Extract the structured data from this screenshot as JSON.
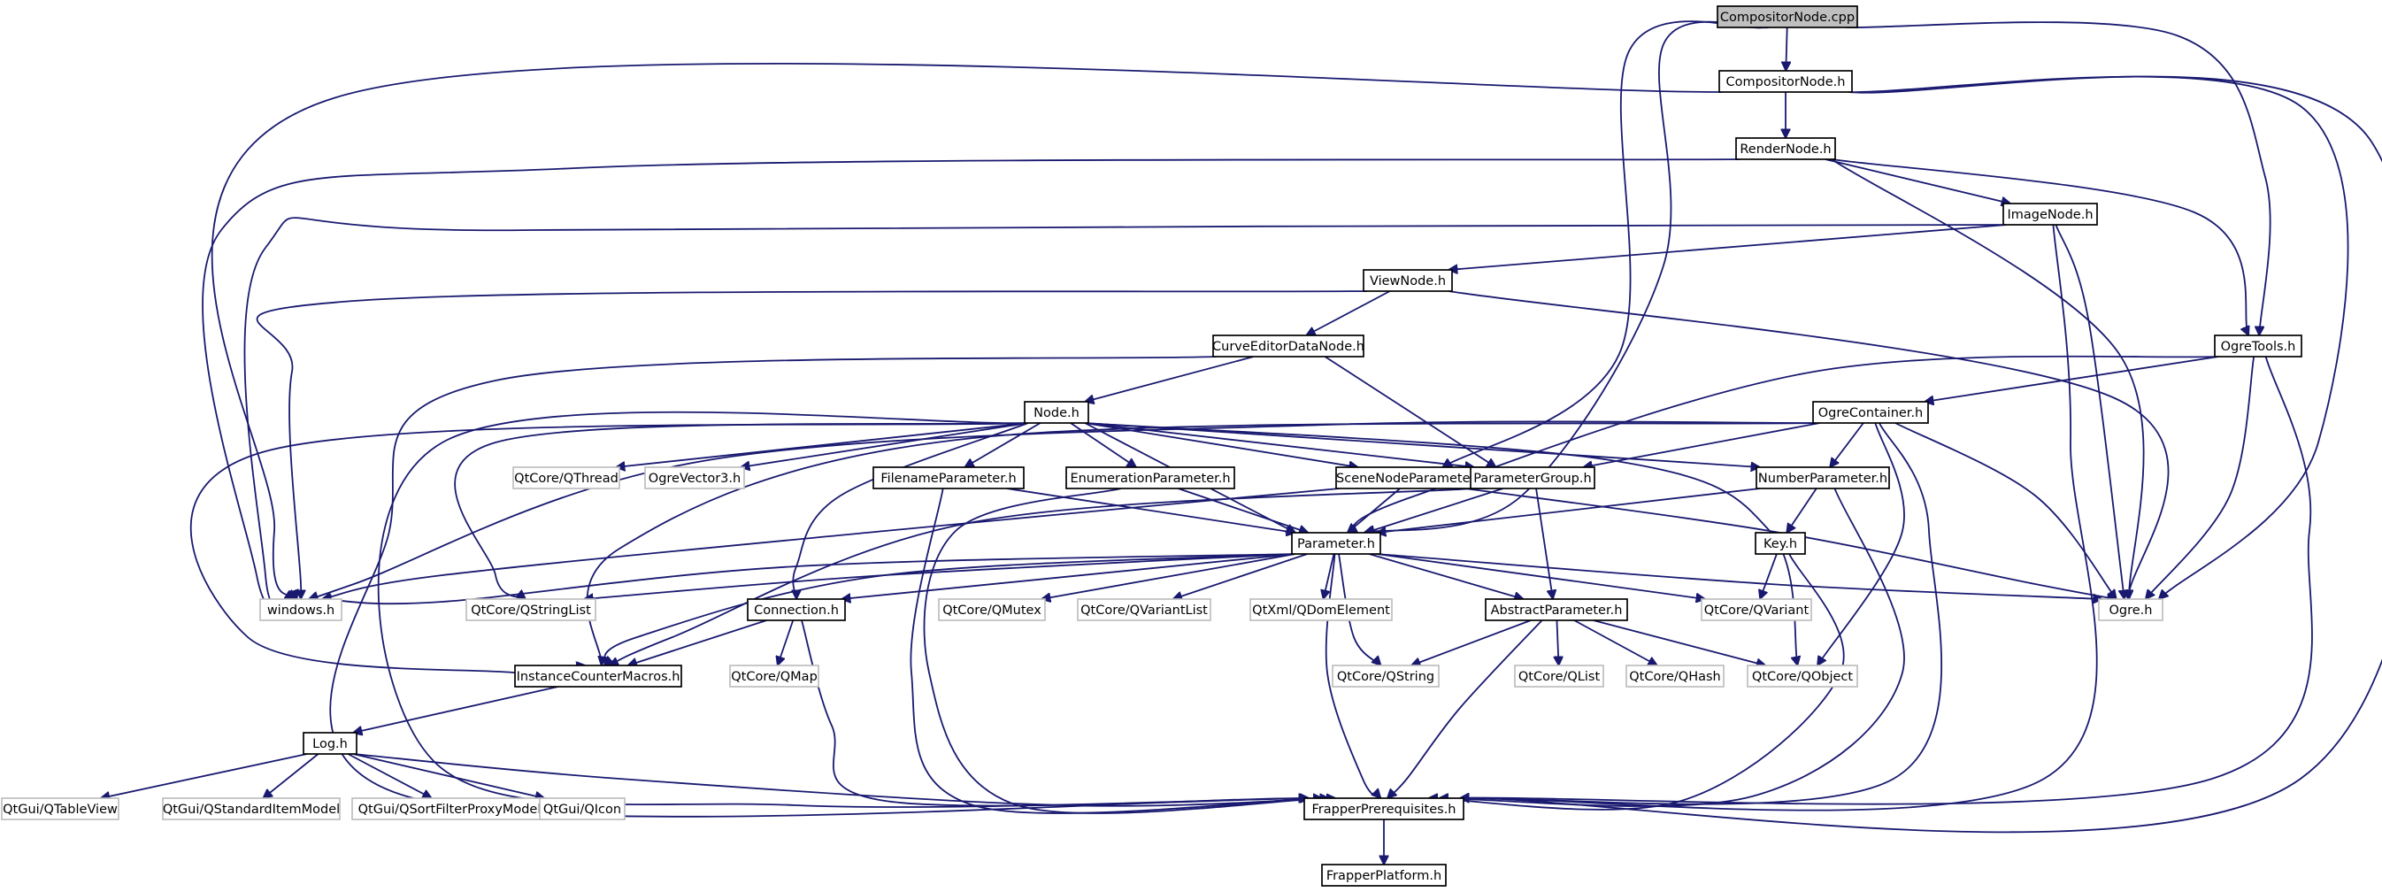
{
  "nodes": [
    {
      "id": "compositornode_cpp",
      "label": "CompositorNode.cpp",
      "kind": "root"
    },
    {
      "id": "compositornode_h",
      "label": "CompositorNode.h",
      "kind": "normal"
    },
    {
      "id": "rendernode_h",
      "label": "RenderNode.h",
      "kind": "normal"
    },
    {
      "id": "imagenode_h",
      "label": "ImageNode.h",
      "kind": "normal"
    },
    {
      "id": "viewnode_h",
      "label": "ViewNode.h",
      "kind": "normal"
    },
    {
      "id": "curveeditordatanode_h",
      "label": "CurveEditorDataNode.h",
      "kind": "normal"
    },
    {
      "id": "node_h",
      "label": "Node.h",
      "kind": "normal"
    },
    {
      "id": "qthread",
      "label": "QtCore/QThread",
      "kind": "external"
    },
    {
      "id": "ogrevector3_h",
      "label": "OgreVector3.h",
      "kind": "external"
    },
    {
      "id": "filenameparameter_h",
      "label": "FilenameParameter.h",
      "kind": "normal"
    },
    {
      "id": "enumerationparameter_h",
      "label": "EnumerationParameter.h",
      "kind": "normal"
    },
    {
      "id": "scenenodeparameter_h",
      "label": "SceneNodeParameter.h",
      "kind": "normal"
    },
    {
      "id": "parametergroup_h",
      "label": "ParameterGroup.h",
      "kind": "normal"
    },
    {
      "id": "numberparameter_h",
      "label": "NumberParameter.h",
      "kind": "normal"
    },
    {
      "id": "ogretools_h",
      "label": "OgreTools.h",
      "kind": "normal"
    },
    {
      "id": "ogrecontainer_h",
      "label": "OgreContainer.h",
      "kind": "normal"
    },
    {
      "id": "parameter_h",
      "label": "Parameter.h",
      "kind": "normal"
    },
    {
      "id": "key_h",
      "label": "Key.h",
      "kind": "normal"
    },
    {
      "id": "windows_h",
      "label": "windows.h",
      "kind": "external"
    },
    {
      "id": "qstringlist",
      "label": "QtCore/QStringList",
      "kind": "external"
    },
    {
      "id": "connection_h",
      "label": "Connection.h",
      "kind": "normal"
    },
    {
      "id": "qmutex",
      "label": "QtCore/QMutex",
      "kind": "external"
    },
    {
      "id": "qvariantlist",
      "label": "QtCore/QVariantList",
      "kind": "external"
    },
    {
      "id": "qdomelement",
      "label": "QtXml/QDomElement",
      "kind": "external"
    },
    {
      "id": "abstractparameter_h",
      "label": "AbstractParameter.h",
      "kind": "normal"
    },
    {
      "id": "qvariant",
      "label": "QtCore/QVariant",
      "kind": "external"
    },
    {
      "id": "ogre_h",
      "label": "Ogre.h",
      "kind": "external"
    },
    {
      "id": "instancecountermacros_h",
      "label": "InstanceCounterMacros.h",
      "kind": "normal"
    },
    {
      "id": "qmap",
      "label": "QtCore/QMap",
      "kind": "external"
    },
    {
      "id": "qstring",
      "label": "QtCore/QString",
      "kind": "external"
    },
    {
      "id": "qlist",
      "label": "QtCore/QList",
      "kind": "external"
    },
    {
      "id": "qhash",
      "label": "QtCore/QHash",
      "kind": "external"
    },
    {
      "id": "qobject",
      "label": "QtCore/QObject",
      "kind": "external"
    },
    {
      "id": "log_h",
      "label": "Log.h",
      "kind": "normal"
    },
    {
      "id": "qtableview",
      "label": "QtGui/QTableView",
      "kind": "external"
    },
    {
      "id": "qstandarditemmodel",
      "label": "QtGui/QStandardItemModel",
      "kind": "external"
    },
    {
      "id": "qsortfilterproxymodel",
      "label": "QtGui/QSortFilterProxyModel",
      "kind": "external"
    },
    {
      "id": "qicon",
      "label": "QtGui/QIcon",
      "kind": "external"
    },
    {
      "id": "frapperprerequisites_h",
      "label": "FrapperPrerequisites.h",
      "kind": "normal"
    },
    {
      "id": "frapperplatform_h",
      "label": "FrapperPlatform.h",
      "kind": "normal"
    }
  ],
  "edges": [
    [
      "compositornode_cpp",
      "compositornode_h"
    ],
    [
      "compositornode_cpp",
      "ogretools_h"
    ],
    [
      "compositornode_cpp",
      "scenenodeparameter_h"
    ],
    [
      "compositornode_cpp",
      "parameter_h"
    ],
    [
      "compositornode_h",
      "rendernode_h"
    ],
    [
      "compositornode_h",
      "windows_h"
    ],
    [
      "compositornode_h",
      "ogre_h"
    ],
    [
      "compositornode_h",
      "frapperprerequisites_h"
    ],
    [
      "rendernode_h",
      "imagenode_h"
    ],
    [
      "rendernode_h",
      "ogretools_h"
    ],
    [
      "rendernode_h",
      "ogre_h"
    ],
    [
      "rendernode_h",
      "windows_h"
    ],
    [
      "imagenode_h",
      "viewnode_h"
    ],
    [
      "imagenode_h",
      "ogre_h"
    ],
    [
      "imagenode_h",
      "frapperprerequisites_h"
    ],
    [
      "imagenode_h",
      "windows_h"
    ],
    [
      "viewnode_h",
      "curveeditordatanode_h"
    ],
    [
      "viewnode_h",
      "ogre_h"
    ],
    [
      "viewnode_h",
      "windows_h"
    ],
    [
      "curveeditordatanode_h",
      "node_h"
    ],
    [
      "curveeditordatanode_h",
      "parametergroup_h"
    ],
    [
      "curveeditordatanode_h",
      "frapperprerequisites_h"
    ],
    [
      "node_h",
      "qthread"
    ],
    [
      "node_h",
      "ogrevector3_h"
    ],
    [
      "node_h",
      "filenameparameter_h"
    ],
    [
      "node_h",
      "enumerationparameter_h"
    ],
    [
      "node_h",
      "scenenodeparameter_h"
    ],
    [
      "node_h",
      "parametergroup_h"
    ],
    [
      "node_h",
      "numberparameter_h"
    ],
    [
      "node_h",
      "parameter_h"
    ],
    [
      "node_h",
      "connection_h"
    ],
    [
      "node_h",
      "qstringlist"
    ],
    [
      "node_h",
      "instancecountermacros_h"
    ],
    [
      "node_h",
      "qobject"
    ],
    [
      "node_h",
      "frapperprerequisites_h"
    ],
    [
      "filenameparameter_h",
      "parameter_h"
    ],
    [
      "filenameparameter_h",
      "frapperprerequisites_h"
    ],
    [
      "enumerationparameter_h",
      "parameter_h"
    ],
    [
      "enumerationparameter_h",
      "frapperprerequisites_h"
    ],
    [
      "scenenodeparameter_h",
      "parameter_h"
    ],
    [
      "scenenodeparameter_h",
      "windows_h"
    ],
    [
      "scenenodeparameter_h",
      "ogre_h"
    ],
    [
      "parametergroup_h",
      "parameter_h"
    ],
    [
      "parametergroup_h",
      "abstractparameter_h"
    ],
    [
      "parametergroup_h",
      "instancecountermacros_h"
    ],
    [
      "numberparameter_h",
      "key_h"
    ],
    [
      "numberparameter_h",
      "parameter_h"
    ],
    [
      "numberparameter_h",
      "frapperprerequisites_h"
    ],
    [
      "ogretools_h",
      "ogrecontainer_h"
    ],
    [
      "ogretools_h",
      "ogre_h"
    ],
    [
      "ogretools_h",
      "parameter_h"
    ],
    [
      "ogretools_h",
      "frapperprerequisites_h"
    ],
    [
      "ogrecontainer_h",
      "parametergroup_h"
    ],
    [
      "ogrecontainer_h",
      "numberparameter_h"
    ],
    [
      "ogrecontainer_h",
      "ogre_h"
    ],
    [
      "ogrecontainer_h",
      "qobject"
    ],
    [
      "ogrecontainer_h",
      "instancecountermacros_h"
    ],
    [
      "ogrecontainer_h",
      "windows_h"
    ],
    [
      "ogrecontainer_h",
      "frapperprerequisites_h"
    ],
    [
      "key_h",
      "qvariant"
    ],
    [
      "key_h",
      "frapperprerequisites_h"
    ],
    [
      "parameter_h",
      "windows_h"
    ],
    [
      "parameter_h",
      "qstringlist"
    ],
    [
      "parameter_h",
      "connection_h"
    ],
    [
      "parameter_h",
      "qmutex"
    ],
    [
      "parameter_h",
      "qvariantlist"
    ],
    [
      "parameter_h",
      "qdomelement"
    ],
    [
      "parameter_h",
      "abstractparameter_h"
    ],
    [
      "parameter_h",
      "qvariant"
    ],
    [
      "parameter_h",
      "ogre_h"
    ],
    [
      "parameter_h",
      "qstring"
    ],
    [
      "parameter_h",
      "instancecountermacros_h"
    ],
    [
      "parameter_h",
      "frapperprerequisites_h"
    ],
    [
      "connection_h",
      "instancecountermacros_h"
    ],
    [
      "connection_h",
      "qmap"
    ],
    [
      "connection_h",
      "frapperprerequisites_h"
    ],
    [
      "abstractparameter_h",
      "qstring"
    ],
    [
      "abstractparameter_h",
      "qlist"
    ],
    [
      "abstractparameter_h",
      "qhash"
    ],
    [
      "abstractparameter_h",
      "qobject"
    ],
    [
      "abstractparameter_h",
      "frapperprerequisites_h"
    ],
    [
      "instancecountermacros_h",
      "log_h"
    ],
    [
      "log_h",
      "qtableview"
    ],
    [
      "log_h",
      "qstandarditemmodel"
    ],
    [
      "log_h",
      "qsortfilterproxymodel"
    ],
    [
      "log_h",
      "qicon"
    ],
    [
      "log_h",
      "frapperprerequisites_h"
    ],
    [
      "frapperprerequisites_h",
      "frapperplatform_h"
    ]
  ]
}
